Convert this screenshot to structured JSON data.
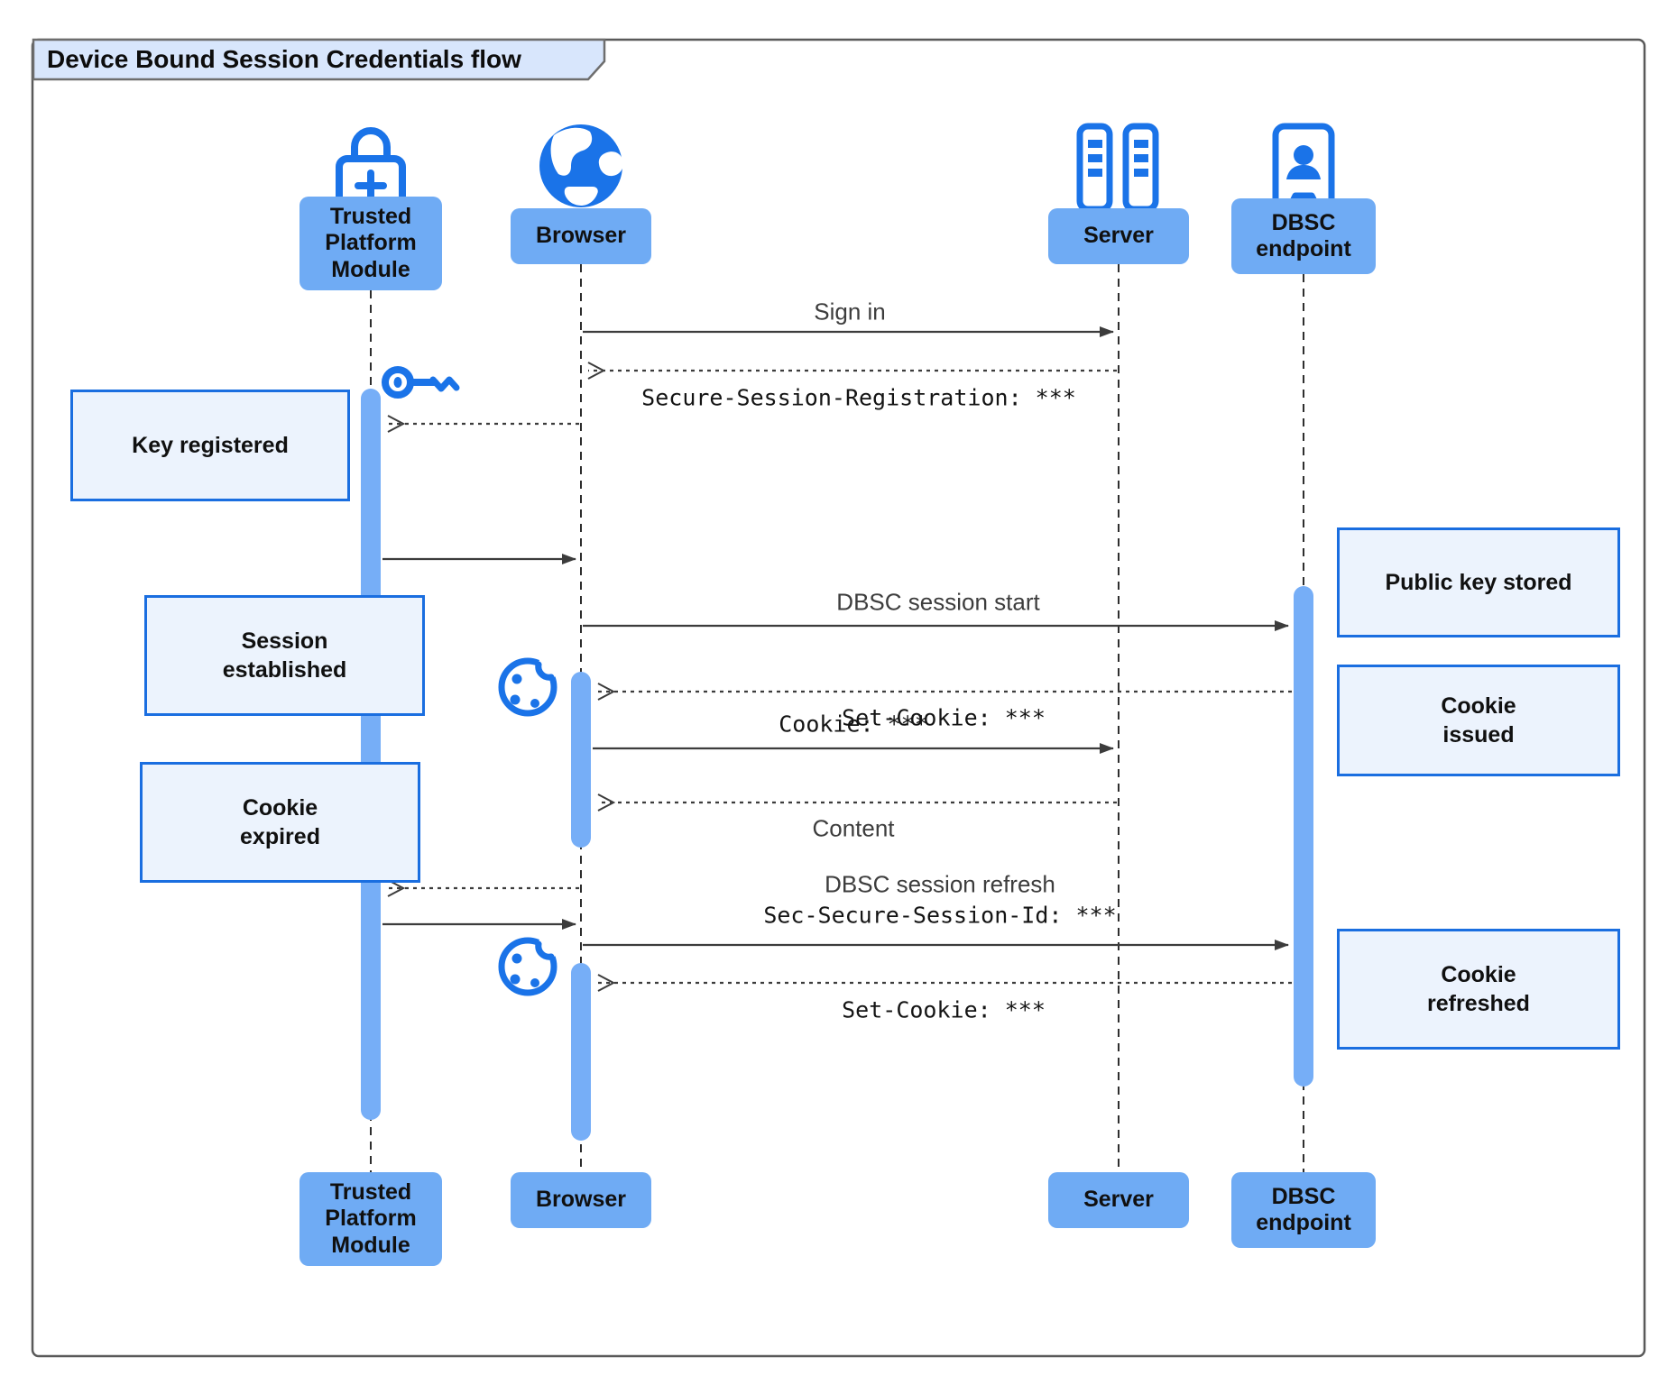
{
  "title": "Device Bound Session Credentials flow",
  "actors": {
    "tpm": {
      "label": "Trusted Platform Module",
      "icon": "lock-plus-icon"
    },
    "browser": {
      "label": "Browser",
      "icon": "globe-icon"
    },
    "server": {
      "label": "Server",
      "icon": "server-racks-icon"
    },
    "dbsc": {
      "label": "DBSC endpoint",
      "icon": "badge-person-icon"
    }
  },
  "messages": {
    "sign_in": "Sign in",
    "secure_session_registration": "Secure-Session-Registration: ***",
    "dbsc_session_start": "DBSC session start",
    "set_cookie_1": "Set-Cookie: ***",
    "cookie": "Cookie: ***",
    "content": "Content",
    "dbsc_session_refresh": "DBSC session refresh",
    "sec_secure_session_id": "Sec-Secure-Session-Id: ***",
    "set_cookie_2": "Set-Cookie: ***"
  },
  "notes": {
    "key_registered": "Key registered",
    "session_established": "Session established",
    "public_key_stored": "Public key stored",
    "cookie_issued": "Cookie issued",
    "cookie_expired": "Cookie expired",
    "cookie_refreshed": "Cookie refreshed"
  },
  "icons": {
    "decorations": [
      "key-icon",
      "cookie-icon",
      "cookie-icon"
    ]
  },
  "colors": {
    "accent": "#1a73e8",
    "bar": "#76aef7",
    "actor_fill": "#6fabf4",
    "note_fill": "#ecf3fd",
    "note_border": "#1a6ee0",
    "tab_fill": "#d8e6fc"
  }
}
